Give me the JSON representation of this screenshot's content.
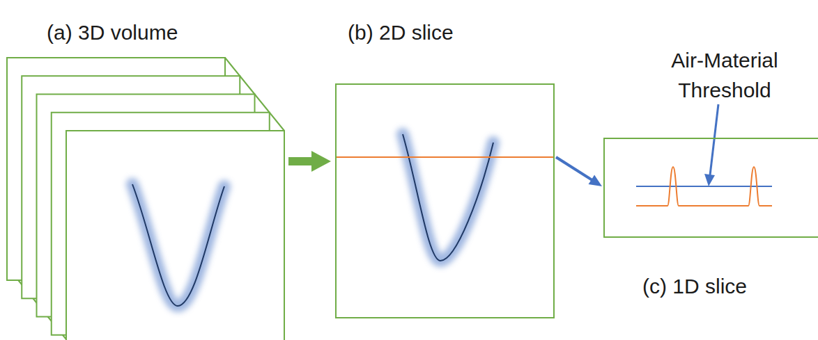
{
  "diagram": {
    "nodes": [
      {
        "text": [
          "(a) 3D volume"
        ]
      },
      {
        "text": [
          "(b) 2D slice"
        ]
      },
      {
        "text": [
          "(c) 1D slice"
        ]
      }
    ],
    "edges": [
      {
        "from": 0,
        "to": 1,
        "arrow": "to"
      },
      {
        "from": 1,
        "to": 2,
        "arrow": "to"
      }
    ],
    "labels": [
      "Air-Material Threshold"
    ]
  }
}
